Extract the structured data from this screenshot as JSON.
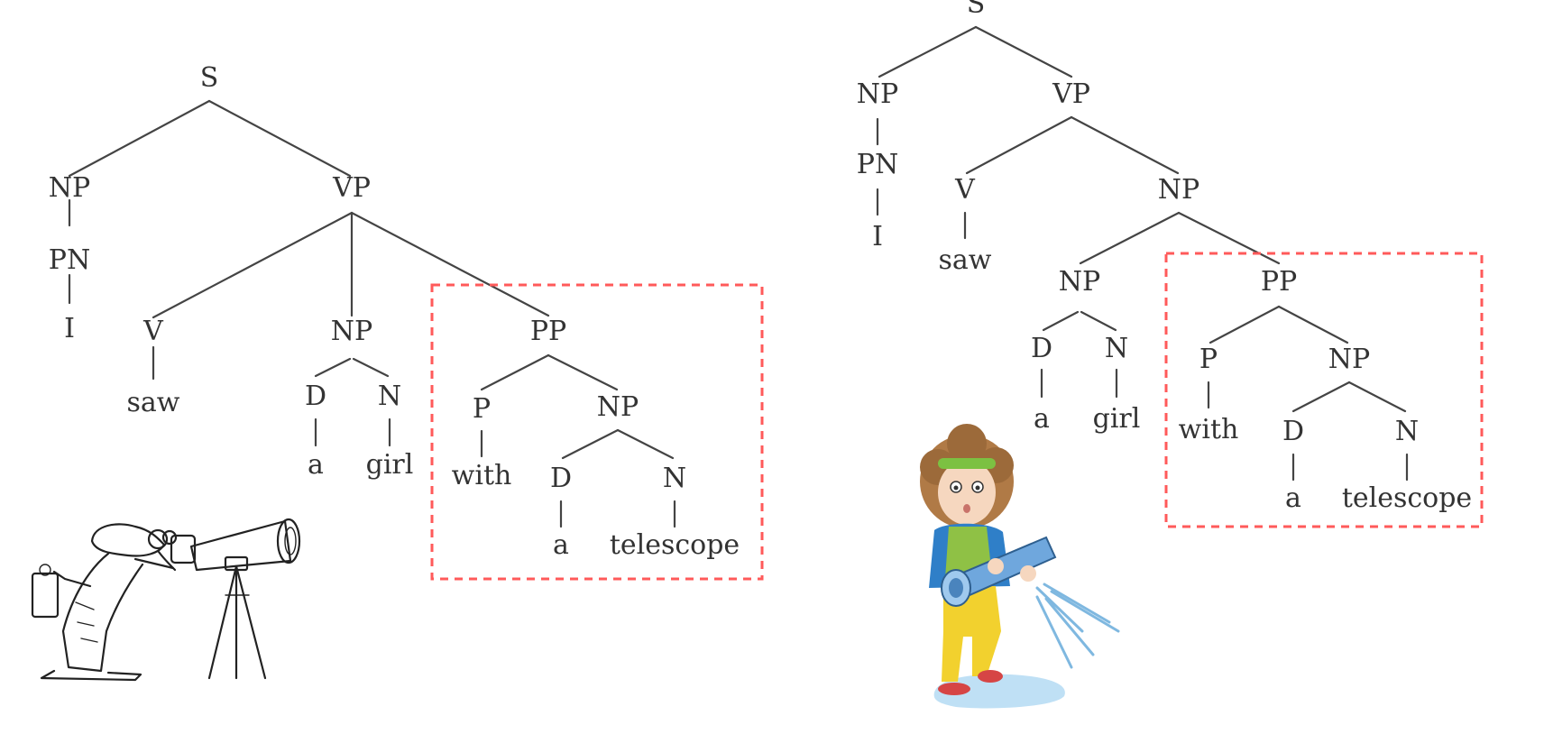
{
  "diagrams": [
    {
      "id": "vp-attachment",
      "nodes": {
        "S": "S",
        "NP1": "NP",
        "PN": "PN",
        "I": "I",
        "VP": "VP",
        "V": "V",
        "saw": "saw",
        "NP2": "NP",
        "D1": "D",
        "a1": "a",
        "N1": "N",
        "girl": "girl",
        "PP": "PP",
        "P": "P",
        "with": "with",
        "NP3": "NP",
        "D2": "D",
        "a2": "a",
        "N2": "N",
        "telescope": "telescope"
      }
    },
    {
      "id": "np-attachment",
      "nodes": {
        "S": "S",
        "NP1": "NP",
        "PN": "PN",
        "I": "I",
        "VP": "VP",
        "V": "V",
        "saw": "saw",
        "NPobj": "NP",
        "NP2": "NP",
        "D1": "D",
        "a1": "a",
        "N1": "N",
        "girl": "girl",
        "PP": "PP",
        "P": "P",
        "with": "with",
        "NP3": "NP",
        "D2": "D",
        "a2": "a",
        "N2": "N",
        "telescope": "telescope"
      }
    }
  ],
  "colors": {
    "highlight_box": "#ff5a5a",
    "ink": "#333333"
  },
  "illustrations": [
    "man-with-telescope-illustration",
    "girl-holding-telescope-illustration"
  ]
}
